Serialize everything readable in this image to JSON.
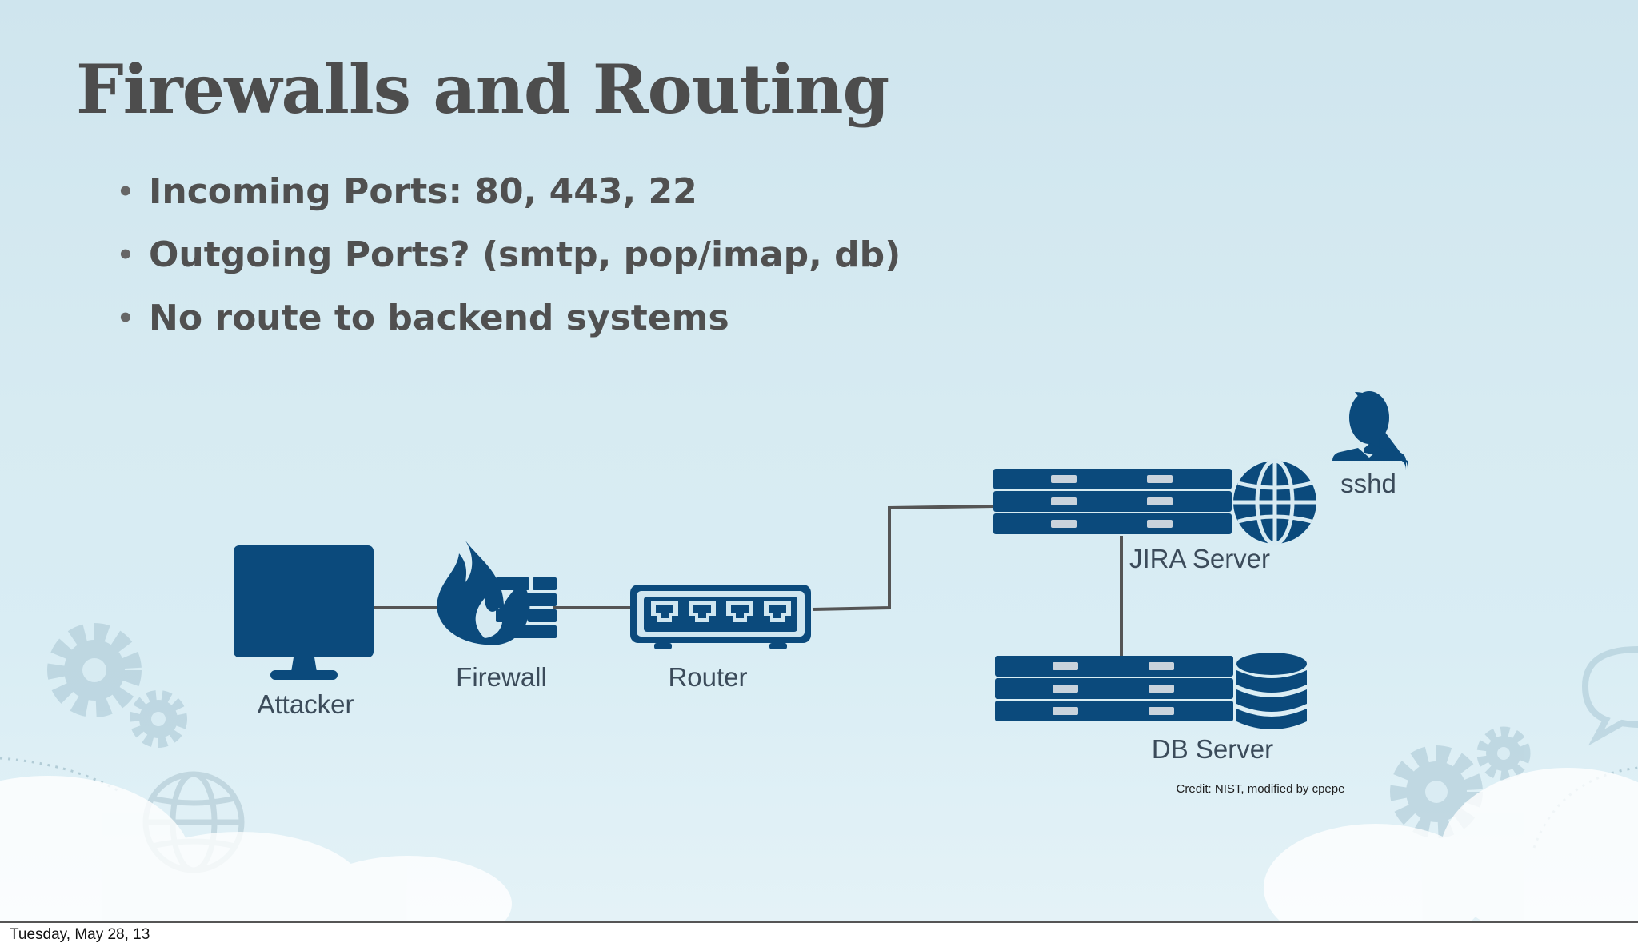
{
  "slide": {
    "title": "Firewalls and Routing",
    "bullets": [
      "Incoming Ports: 80, 443, 22",
      "Outgoing Ports? (smtp, pop/imap, db)",
      "No route to backend systems"
    ]
  },
  "diagram": {
    "nodes": {
      "attacker": "Attacker",
      "firewall": "Firewall",
      "router": "Router",
      "jira_server": "JIRA Server",
      "db_server": "DB Server",
      "sshd": "sshd"
    },
    "credit": "Credit: NIST, modified by cpepe",
    "colors": {
      "icon": "#0b4a7c",
      "link": "#555555",
      "title_text": "#4d4d4d",
      "background": "#d6eaf2"
    },
    "icons": [
      "monitor-icon",
      "firewall-icon",
      "router-icon",
      "server-icon",
      "globe-icon",
      "database-icon",
      "user-icon",
      "gear-icon"
    ]
  },
  "footer": {
    "date": "Tuesday, May 28, 13"
  }
}
